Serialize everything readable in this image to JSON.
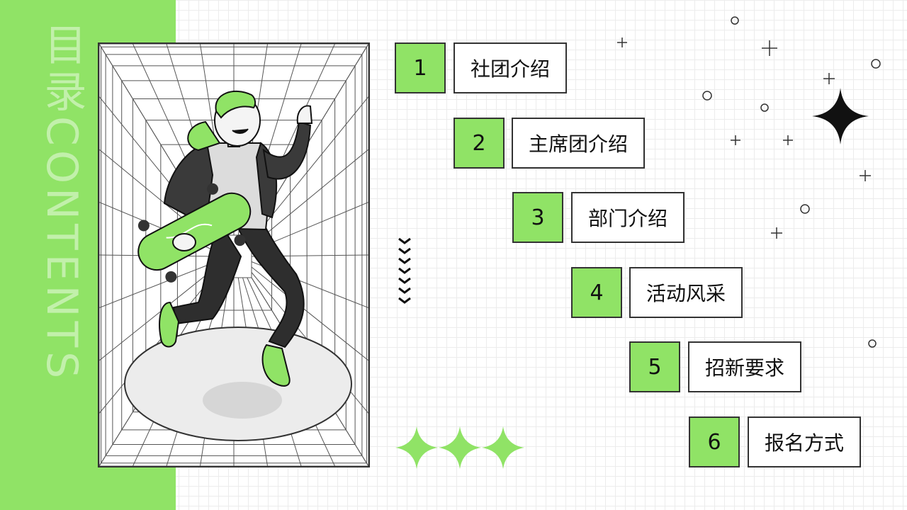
{
  "sidebar": {
    "vertical_title": "目录CONTENTS"
  },
  "menu": {
    "items": [
      {
        "number": "1",
        "label": "社团介绍"
      },
      {
        "number": "2",
        "label": "主席团介绍"
      },
      {
        "number": "3",
        "label": "部门介绍"
      },
      {
        "number": "4",
        "label": "活动风采"
      },
      {
        "number": "5",
        "label": "招新要求"
      },
      {
        "number": "6",
        "label": "报名方式"
      }
    ]
  },
  "colors": {
    "accent": "#90e366",
    "ink": "#111111",
    "dark_gray": "#3a3a3a"
  },
  "icons": [
    "skateboarder-illustration",
    "sparkle-star-icon",
    "chevron-down-icon",
    "plus-icon",
    "circle-icon"
  ]
}
